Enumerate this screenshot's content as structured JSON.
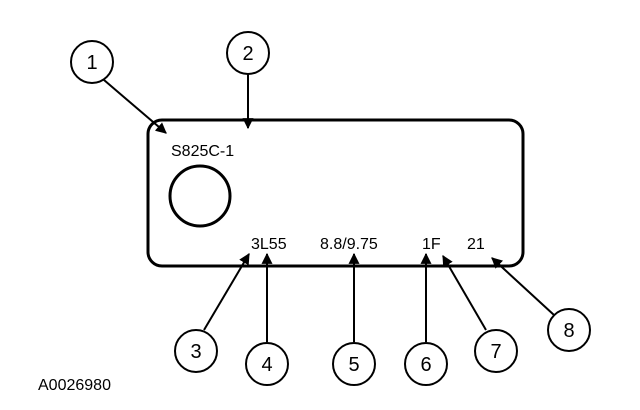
{
  "tag": {
    "line1": "S825C-1",
    "field_a": "3L55",
    "field_b": "8.8/9.75",
    "field_c": "1F",
    "field_d": "21"
  },
  "callouts": [
    "1",
    "2",
    "3",
    "4",
    "5",
    "6",
    "7",
    "8"
  ],
  "figure_id": "A0026980"
}
